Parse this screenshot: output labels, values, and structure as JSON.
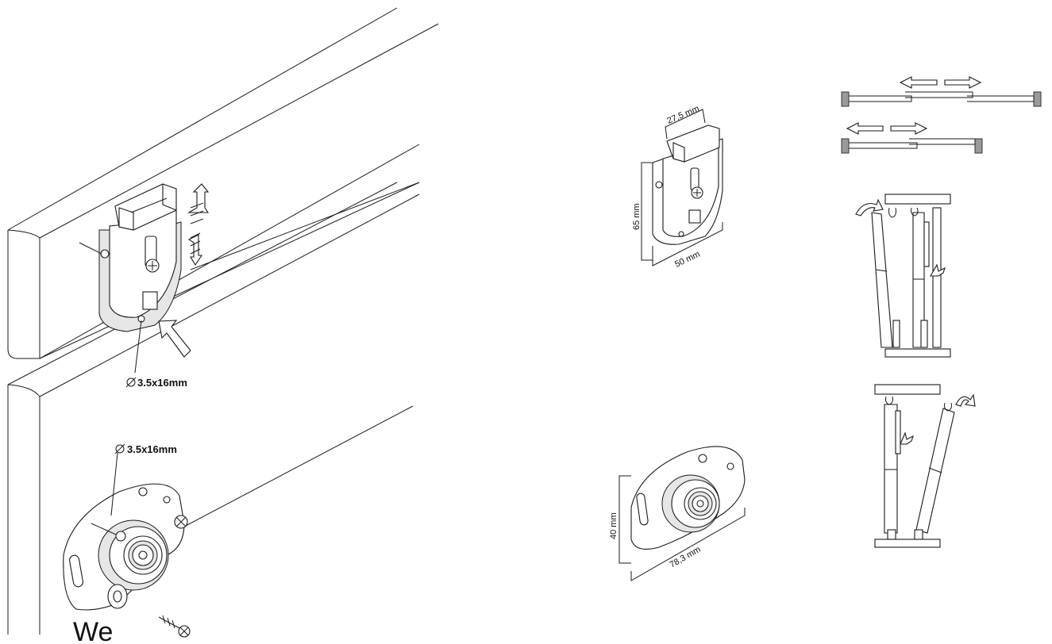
{
  "labels": {
    "screw_upper": "3.5x16mm",
    "screw_lower": "3.5x16mm",
    "dim_top_width": "27,5 mm",
    "dim_height": "65 mm",
    "dim_bottom_width": "50 mm",
    "dim_roller_height": "40 mm",
    "dim_roller_width": "78,3 mm",
    "washer_mark": "We"
  }
}
